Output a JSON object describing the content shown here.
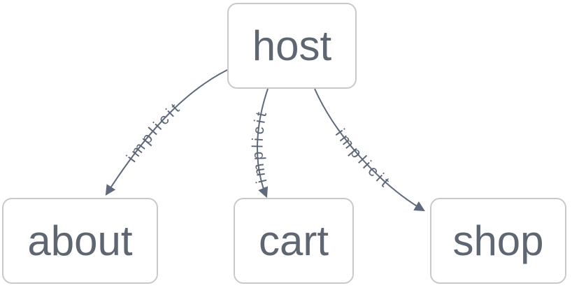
{
  "diagram": {
    "type": "flowchart",
    "background_color": "#ffffff",
    "colors": {
      "node_border": "#c9c9c9",
      "node_fill": "#ffffff",
      "node_text": "#5e6672",
      "edge_stroke": "#5f6a7c",
      "edge_label_text": "#5e6775"
    },
    "nodes": [
      {
        "id": "host",
        "label": "host"
      },
      {
        "id": "about",
        "label": "about"
      },
      {
        "id": "cart",
        "label": "cart"
      },
      {
        "id": "shop",
        "label": "shop"
      }
    ],
    "edges": [
      {
        "from": "host",
        "to": "about",
        "label": "implicit",
        "arrow": "arrowhead"
      },
      {
        "from": "host",
        "to": "cart",
        "label": "implicit",
        "arrow": "arrowhead"
      },
      {
        "from": "host",
        "to": "shop",
        "label": "implicit",
        "arrow": "arrowhead"
      }
    ]
  }
}
